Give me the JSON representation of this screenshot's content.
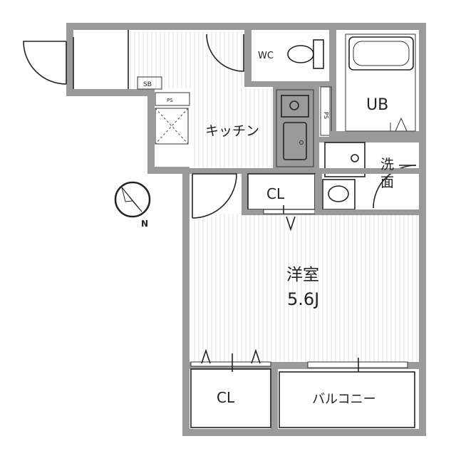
{
  "rooms": {
    "wc": "WC",
    "ub": "UB",
    "kitchen": "キッチン",
    "sb": "SB",
    "ps_left": "PS",
    "ps_right": "PS",
    "washroom_1": "洗",
    "washroom_2": "面",
    "closet_upper": "CL",
    "western_room": "洋室",
    "western_room_size": "5.6J",
    "closet_lower": "CL",
    "balcony": "バルコニー"
  },
  "compass": {
    "north_label": "N"
  }
}
